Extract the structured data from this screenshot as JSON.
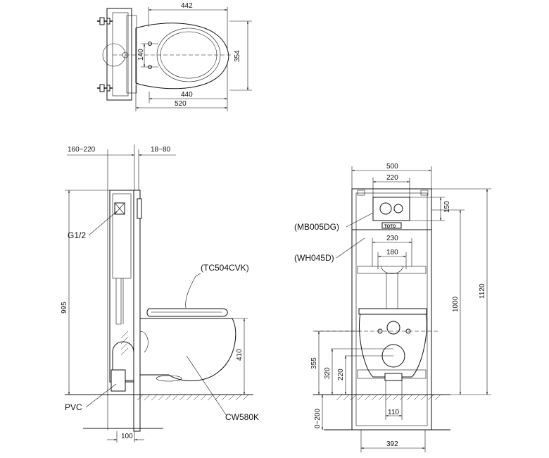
{
  "top_view": {
    "dims": {
      "width_top": "442",
      "height_right": "354",
      "width_inner": "440",
      "width_bottom": "520",
      "bolt_spacing": "140"
    }
  },
  "side_view": {
    "dims": {
      "wall_depth": "160~220",
      "panel_depth": "18~80",
      "height_995": "995",
      "height_410": "410",
      "base_100": "100"
    },
    "labels": {
      "g12": "G1/2",
      "seat": "(TC504CVK)",
      "pvc": "PVC",
      "bowl": "CW580K"
    }
  },
  "front_view": {
    "dims": {
      "width_500": "500",
      "width_220": "220",
      "h150": "150",
      "width_230": "230",
      "width_180": "180",
      "h1120": "1120",
      "h1000": "1000",
      "h355": "355",
      "h320": "320",
      "h220": "220",
      "h110": "110",
      "h0_200": "0~200",
      "width_392": "392"
    },
    "labels": {
      "button": "(MB005DG)",
      "frame": "(WH045D)",
      "logo": "TOTO"
    }
  }
}
